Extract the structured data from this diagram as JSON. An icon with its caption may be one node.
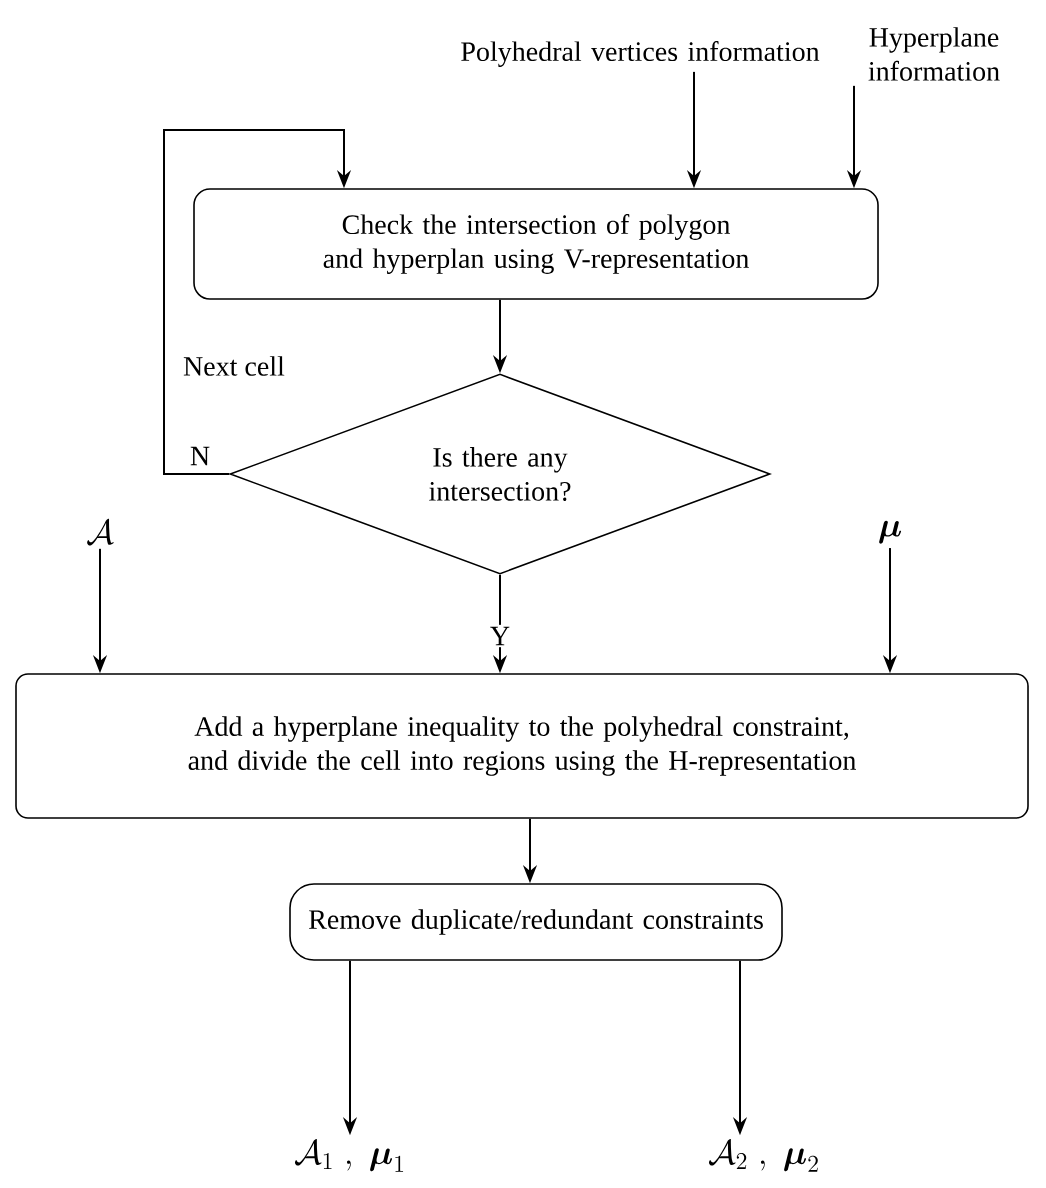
{
  "diagram": {
    "nodes": [
      {
        "text": [
          "Polyhedral vertices information"
        ]
      },
      {
        "text": [
          "Hyperplane information"
        ]
      },
      {
        "text": [
          "Check the intersection of polygon and hyperplan using V-representation"
        ]
      },
      {
        "text": [
          "Is there any intersection?"
        ]
      },
      {
        "text": [
          "\\mathcal{A}"
        ]
      },
      {
        "text": [
          "\\boldsymbol{\\mu}"
        ]
      },
      {
        "text": [
          "Add a hyperplane inequality to the polyhedral constraint, and divide the cell into regions using the H-representation"
        ]
      },
      {
        "text": [
          "Remove duplicate/redundant constraints"
        ]
      },
      {
        "text": [
          "\\mathcal{A}_1 \\;,\\; \\boldsymbol{\\mu}_1"
        ]
      },
      {
        "text": [
          "\\mathcal{A}_2 \\;,\\; \\boldsymbol{\\mu}_2"
        ]
      }
    ],
    "edges": [
      {
        "from": 0,
        "to": 2,
        "arrow": "to"
      },
      {
        "from": 1,
        "to": 2,
        "arrow": "to"
      },
      {
        "from": 2,
        "to": 3,
        "arrow": "to"
      },
      {
        "from": 3,
        "to": 2,
        "arrow": "to",
        "label": "N"
      },
      {
        "from": 3,
        "to": 6,
        "arrow": "to",
        "label": "Y"
      },
      {
        "from": 4,
        "to": 6,
        "arrow": "to"
      },
      {
        "from": 5,
        "to": 6,
        "arrow": "to"
      },
      {
        "from": 6,
        "to": 7,
        "arrow": "to"
      },
      {
        "from": 7,
        "to": 8,
        "arrow": "to"
      },
      {
        "from": 7,
        "to": 9,
        "arrow": "to"
      }
    ],
    "labels": [
      "Next cell"
    ]
  }
}
